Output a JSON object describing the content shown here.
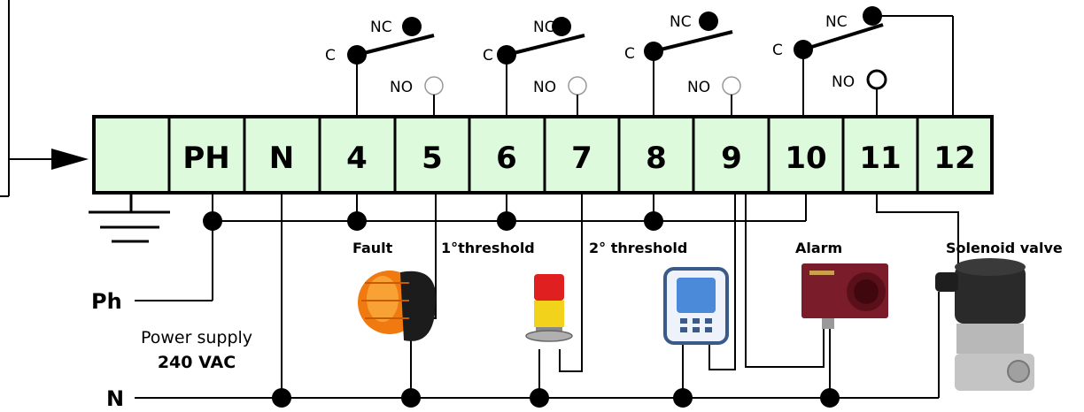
{
  "terminals": [
    "",
    "PH",
    "N",
    "4",
    "5",
    "6",
    "7",
    "8",
    "9",
    "10",
    "11",
    "12"
  ],
  "relays": [
    {
      "nc": "NC",
      "c": "C",
      "no": "NO"
    },
    {
      "nc": "NC",
      "c": "C",
      "no": "NO"
    },
    {
      "nc": "NC",
      "c": "C",
      "no": "NO"
    },
    {
      "nc": "NC",
      "c": "C",
      "no": "NO"
    }
  ],
  "devices": {
    "fault": "Fault",
    "threshold1": "1°threshold",
    "threshold2": "2° threshold",
    "alarm": "Alarm",
    "solenoid": "Solenoid valve"
  },
  "supply": {
    "phase_label": "Ph",
    "neutral_label": "N",
    "caption": "Power supply",
    "voltage": "240 VAC"
  },
  "colors": {
    "terminal_fill": "#ddfadd",
    "wire": "#000000",
    "beacon_orange": "#f07a10",
    "alarm_box": "#7a1c2a",
    "tower_red": "#e02020",
    "tower_yellow": "#f2d21a"
  }
}
